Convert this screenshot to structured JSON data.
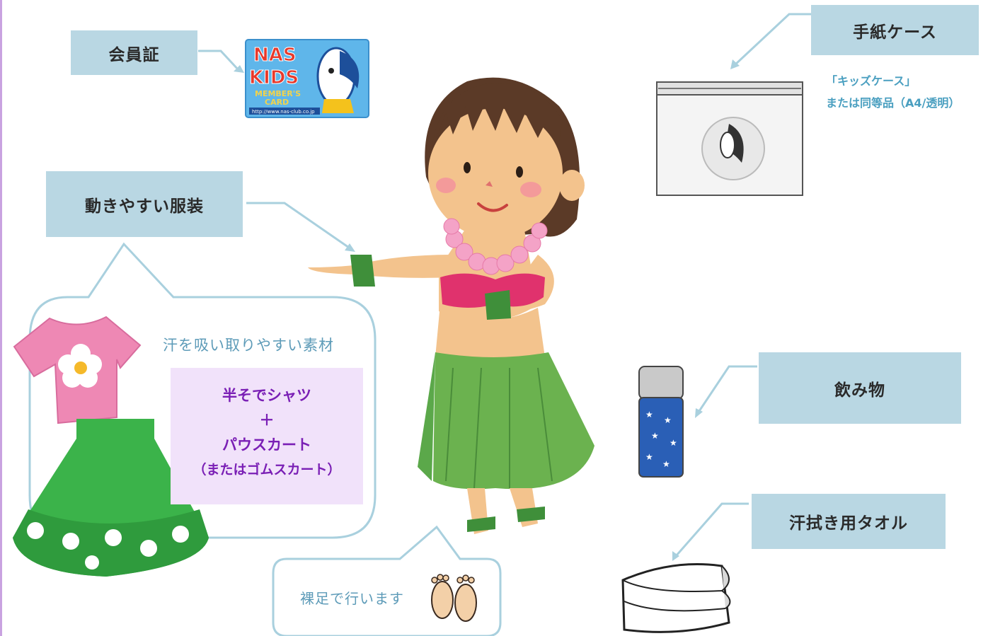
{
  "labels": {
    "membership_card": "会員証",
    "easy_clothes": "動きやすい服装",
    "letter_case": "手紙ケース",
    "drink": "飲み物",
    "towel": "汗拭き用タオル"
  },
  "letter_case_note": {
    "line1": "「キッズケース」",
    "line2": "または同等品（A4/透明）"
  },
  "clothes_bubble": {
    "material": "汗を吸い取りやすい素材",
    "item1": "半そでシャツ",
    "plus": "＋",
    "item2": "パウスカート",
    "item3": "（またはゴムスカート）"
  },
  "barefoot_bubble": {
    "text": "裸足で行います"
  },
  "card": {
    "line1": "NAS",
    "line2": "KIDS",
    "line3": "MEMBER'S",
    "line4": "CARD",
    "url": "http://www.nas-club.co.jp"
  },
  "colors": {
    "label_bg": "#b9d7e3",
    "connector": "#a9d0de",
    "bubble_border": "#a9d0de",
    "purple_bg": "#f1e2fa",
    "purple_text": "#7a1fb5",
    "note_text": "#4a9fc0",
    "skirt_green": "#5ba84a",
    "tshirt_pink": "#ee88b4",
    "bottle_blue": "#2a5fb6"
  },
  "icons": [
    "membership-card-icon",
    "hula-girl-illustration",
    "tshirt-icon",
    "skirt-icon",
    "letter-case-icon",
    "water-bottle-icon",
    "towel-icon",
    "footprints-icon"
  ]
}
